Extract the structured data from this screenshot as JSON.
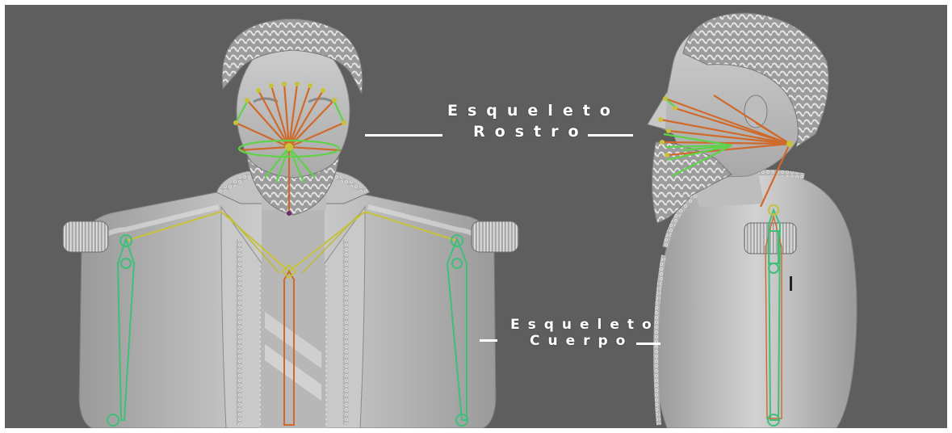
{
  "annotations": {
    "face": {
      "line1": "Esqueleto",
      "line2": "Rostro"
    },
    "body": {
      "line1": "Esqueleto",
      "line2": "Cuerpo"
    }
  },
  "views": [
    {
      "name": "front-view"
    },
    {
      "name": "side-view"
    }
  ],
  "colors": {
    "background": "#5e5e5e",
    "mesh": "#c9c9c9",
    "bone_face": "#d06a2b",
    "bone_green": "#5fd24a",
    "bone_body": "#3fbf7a",
    "bone_yellow": "#c8c23a",
    "label": "#ffffff"
  }
}
